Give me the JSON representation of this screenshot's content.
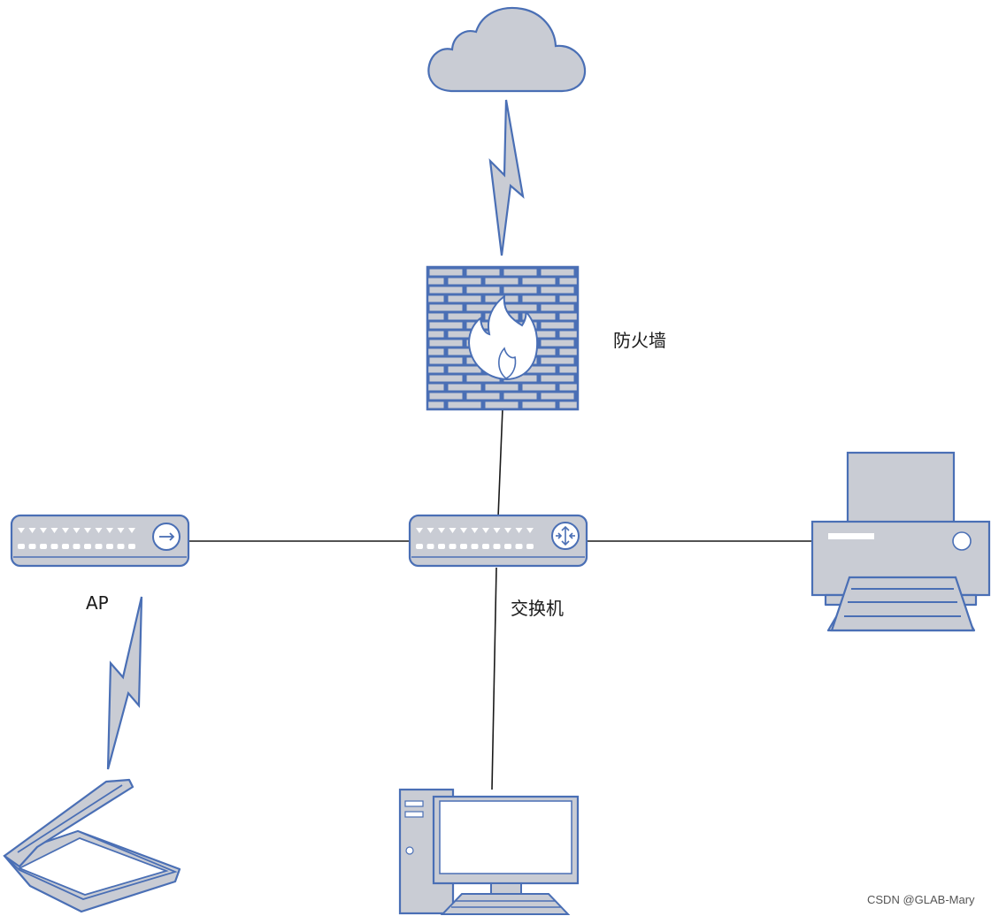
{
  "labels": {
    "firewall": "防火墙",
    "switch": "交换机",
    "ap": "AP"
  },
  "watermark": "CSDN @GLAB-Mary",
  "colors": {
    "device_fill": "#c9ccd4",
    "device_stroke": "#4a6fb5",
    "link": "#1a1a1a",
    "screen_fill": "#ffffff"
  },
  "icons": {
    "internet": "cloud-icon",
    "firewall": "firewall-icon",
    "switch": "switch-icon",
    "ap": "access-point-icon",
    "printer": "printer-icon",
    "scanner": "scanner-icon",
    "pc": "desktop-pc-icon"
  }
}
